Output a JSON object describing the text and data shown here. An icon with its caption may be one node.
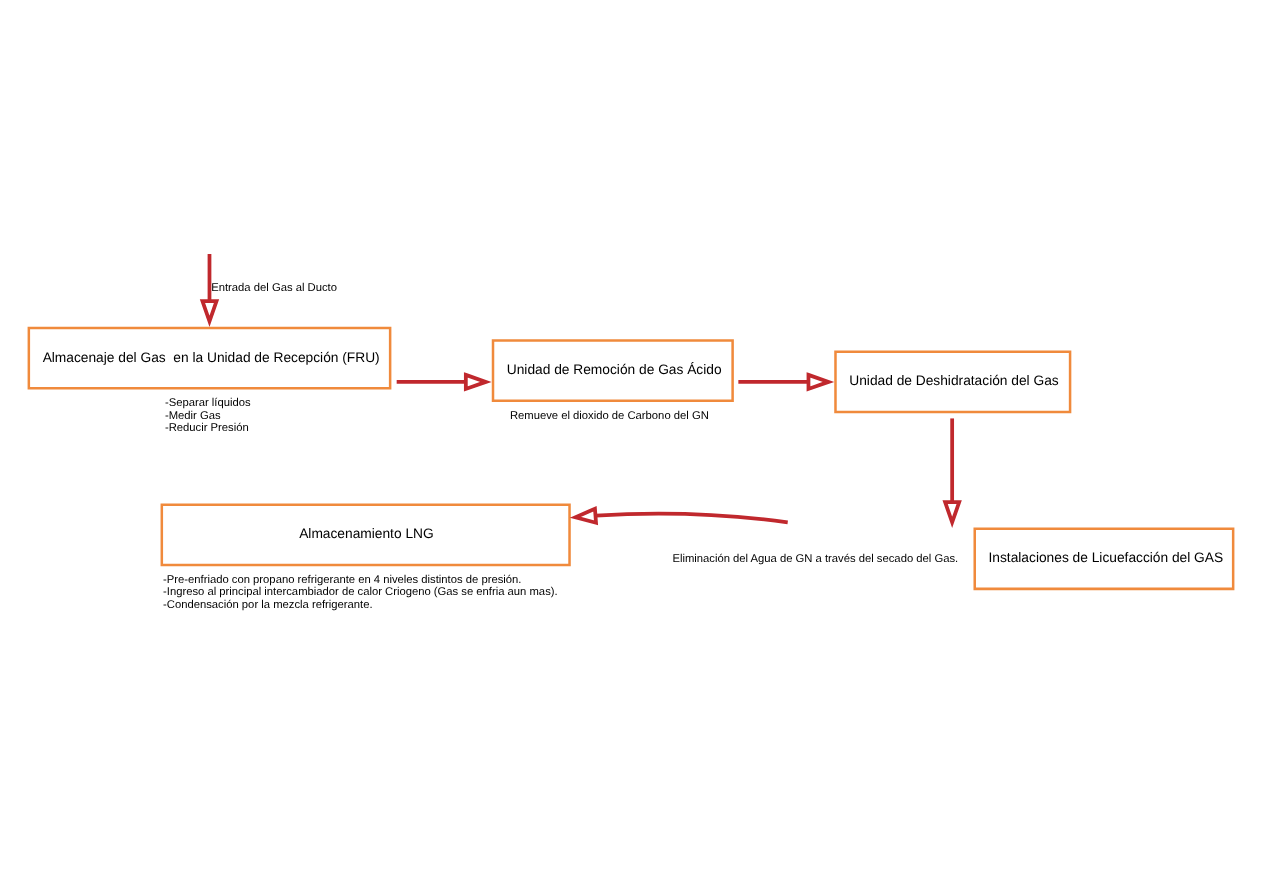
{
  "diagram": {
    "nodes": [
      {
        "text": [
          "Almacenaje del Gas  en la Unidad de Recepción (FRU)"
        ],
        "beside": [
          "-Separar líquidos",
          "-Medir Gas",
          "-Reducir Presión"
        ]
      },
      {
        "text": [
          "Unidad de Remoción de Gas Ácido"
        ],
        "beside": [
          "Remueve el dioxido de Carbono del GN"
        ]
      },
      {
        "text": [
          "Unidad de Deshidratación del Gas"
        ]
      },
      {
        "text": [
          "Instalaciones de Licuefacción del GAS"
        ],
        "beside": [
          "Eliminación del Agua de GN a través del secado del Gas."
        ]
      },
      {
        "text": [
          "Almacenamiento LNG"
        ],
        "beside": [
          "-Pre-enfriado con propano refrigerante en 4 niveles distintos de presión.",
          "-Ingreso al principal intercambiador de calor Criogeno (Gas se enfria aun mas).",
          "-Condensación por la mezcla refrigerante."
        ]
      }
    ],
    "edges": [
      {
        "from": null,
        "to": 0,
        "arrow": "to",
        "label": "Entrada del Gas al Ducto"
      },
      {
        "from": 0,
        "to": 1,
        "arrow": "to"
      },
      {
        "from": 1,
        "to": 2,
        "arrow": "to"
      },
      {
        "from": 2,
        "to": 3,
        "arrow": "to"
      },
      {
        "from": 3,
        "to": 4,
        "arrow": "to"
      }
    ]
  }
}
